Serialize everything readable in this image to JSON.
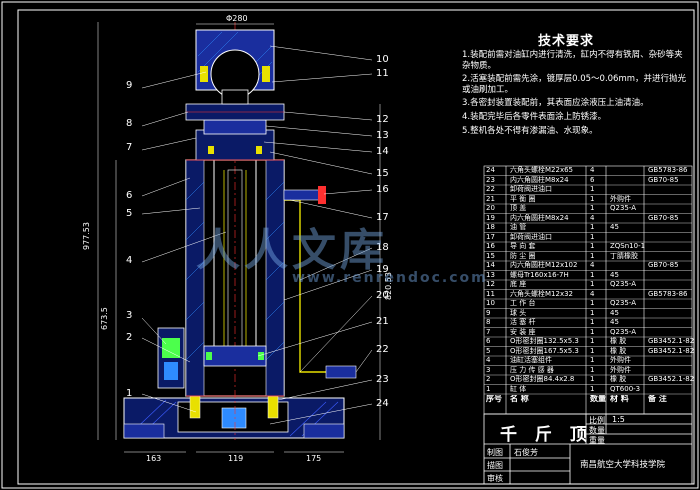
{
  "drawing": {
    "tech_title": "技术要求",
    "notes": [
      "1.装配前需对油缸内进行清洗，缸内不得有铁屑、杂砂等夹杂物质。",
      "2.活塞装配前需先涂，镀厚层0.05～0.06mm，并进行抛光或油刷加工。",
      "3.各密封装置装配前，其表面应涂液压上油清油。",
      "4.装配完毕后各零件表面涂上防锈漆。",
      "5.整机各处不得有渗漏油、水现象。"
    ],
    "callouts_left": [
      "9",
      "8",
      "7",
      "6",
      "5",
      "4",
      "3",
      "2",
      "1"
    ],
    "callouts_right": [
      "10",
      "11",
      "12",
      "13",
      "14",
      "15",
      "16",
      "17",
      "18",
      "19",
      "20",
      "21",
      "22",
      "23",
      "24"
    ],
    "dims": {
      "top": "Φ280",
      "left_total": "977.53",
      "left_inner": "673.5",
      "right": "820.53",
      "bottom_left": "163",
      "bottom_mid": "119",
      "bottom_right": "175"
    },
    "bom_rows": [
      [
        "24",
        "六角头螺栓M22x65",
        "4",
        "",
        "GB5783-86"
      ],
      [
        "23",
        "内六角圆柱M8x24",
        "6",
        "",
        "GB70-85"
      ],
      [
        "22",
        "卸荷阀进油口",
        "1",
        "",
        ""
      ],
      [
        "21",
        "平 衡 圈",
        "1",
        "外购件",
        ""
      ],
      [
        "20",
        "顶 盖",
        "1",
        "Q235-A",
        ""
      ],
      [
        "19",
        "内六角圆柱M8x24",
        "4",
        "",
        "GB70-85"
      ],
      [
        "18",
        "油 管",
        "1",
        "45",
        ""
      ],
      [
        "17",
        "卸荷阀进油口",
        "1",
        "",
        ""
      ],
      [
        "16",
        "导 向 套",
        "1",
        "ZQSn10-1",
        ""
      ],
      [
        "15",
        "防 尘 圈",
        "1",
        "丁腈橡胶",
        ""
      ],
      [
        "14",
        "内六角圆柱M12x102",
        "4",
        "",
        "GB70-85"
      ],
      [
        "13",
        "螺母Tr160x16-7H",
        "1",
        "45",
        ""
      ],
      [
        "12",
        "底 座",
        "1",
        "Q235-A",
        ""
      ],
      [
        "11",
        "六角头螺栓M12x32",
        "4",
        "",
        "GB5783-86"
      ],
      [
        "10",
        "工 作 台",
        "1",
        "Q235-A",
        ""
      ],
      [
        "9",
        "球 头",
        "1",
        "45",
        ""
      ],
      [
        "8",
        "活 塞 杆",
        "1",
        "45",
        ""
      ],
      [
        "7",
        "安 装 座",
        "1",
        "Q235-A",
        ""
      ],
      [
        "6",
        "O形密封圈132.5x5.3",
        "1",
        "橡 胶",
        "GB3452.1-82"
      ],
      [
        "5",
        "O形密封圈167.5x5.3",
        "1",
        "橡 胶",
        "GB3452.1-82"
      ],
      [
        "4",
        "油缸活塞组件",
        "1",
        "外购件",
        ""
      ],
      [
        "3",
        "压 力 传 感 器",
        "1",
        "外购件",
        ""
      ],
      [
        "2",
        "O形密封圈84.4x2.8",
        "1",
        "橡 胶",
        "GB3452.1-82"
      ],
      [
        "1",
        "缸 体",
        "1",
        "QT600-3",
        ""
      ]
    ],
    "bom_header": [
      "序号",
      "名 称",
      "数量",
      "材 料",
      "备 注"
    ],
    "title_block": {
      "name": "千 斤 顶",
      "scale_label": "比例",
      "scale": "1:5",
      "qty_label": "数量",
      "weight_label": "重量",
      "draw_label": "制图",
      "drawer": "石俊芳",
      "check_label": "描图",
      "review_label": "审核",
      "school": "南昌航空大学科技学院"
    },
    "watermark": {
      "brand": "人人文库",
      "url": "www.renrendoc.com"
    },
    "colors": {
      "bg": "#000000",
      "line": "#ffffff",
      "accent_blue": "#3b5bff",
      "hatch": "#2e8bff",
      "yellow": "#e8e000",
      "red": "#ff3030",
      "green": "#4cff4c",
      "cyan": "#40e0e0"
    }
  }
}
